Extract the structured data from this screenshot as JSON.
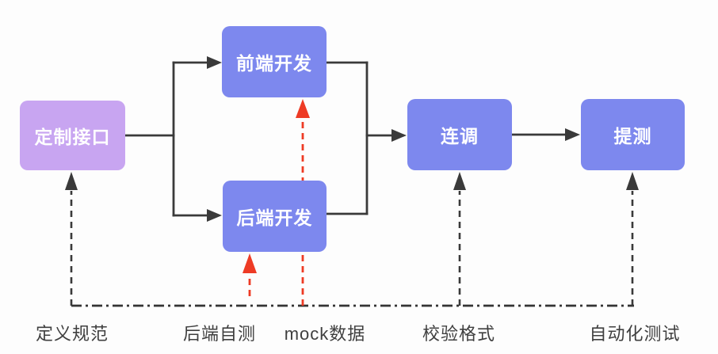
{
  "diagram": {
    "nodes": [
      {
        "id": "custom-interface",
        "label": "定制接口",
        "color": "#c8a5f1"
      },
      {
        "id": "frontend-dev",
        "label": "前端开发",
        "color": "#7d88ee"
      },
      {
        "id": "backend-dev",
        "label": "后端开发",
        "color": "#7d88ee"
      },
      {
        "id": "joint-debugging",
        "label": "连调",
        "color": "#7d88ee"
      },
      {
        "id": "submit-for-test",
        "label": "提测",
        "color": "#7d88ee"
      }
    ],
    "edges": [
      {
        "from": "定制接口",
        "to": "前端开发",
        "style": "solid"
      },
      {
        "from": "定制接口",
        "to": "后端开发",
        "style": "solid"
      },
      {
        "from": "前端开发",
        "to": "连调",
        "style": "solid"
      },
      {
        "from": "后端开发",
        "to": "连调",
        "style": "solid"
      },
      {
        "from": "连调",
        "to": "提测",
        "style": "solid"
      }
    ],
    "annotations": [
      {
        "id": "define-spec",
        "label": "定义规范",
        "arrow_color": "#3a3a3a",
        "points_to": "定制接口"
      },
      {
        "id": "backend-self-test",
        "label": "后端自测",
        "arrow_color": "#ee3b25",
        "points_to": "后端开发"
      },
      {
        "id": "mock-data",
        "label": "mock数据",
        "arrow_color": "#ee3b25",
        "points_to": "前端开发"
      },
      {
        "id": "format-check",
        "label": "校验格式",
        "arrow_color": "#3a3a3a",
        "points_to": "连调"
      },
      {
        "id": "automated-test",
        "label": "自动化测试",
        "arrow_color": "#3a3a3a",
        "points_to": "提测"
      }
    ],
    "colors": {
      "line": "#3a3a3a",
      "red_accent": "#ee3b25",
      "node_blue": "#7d88ee",
      "node_purple": "#c8a5f1",
      "node_text": "#ffffff",
      "annotation_text": "#3f3f3f",
      "background": "#fdfdfd"
    }
  }
}
